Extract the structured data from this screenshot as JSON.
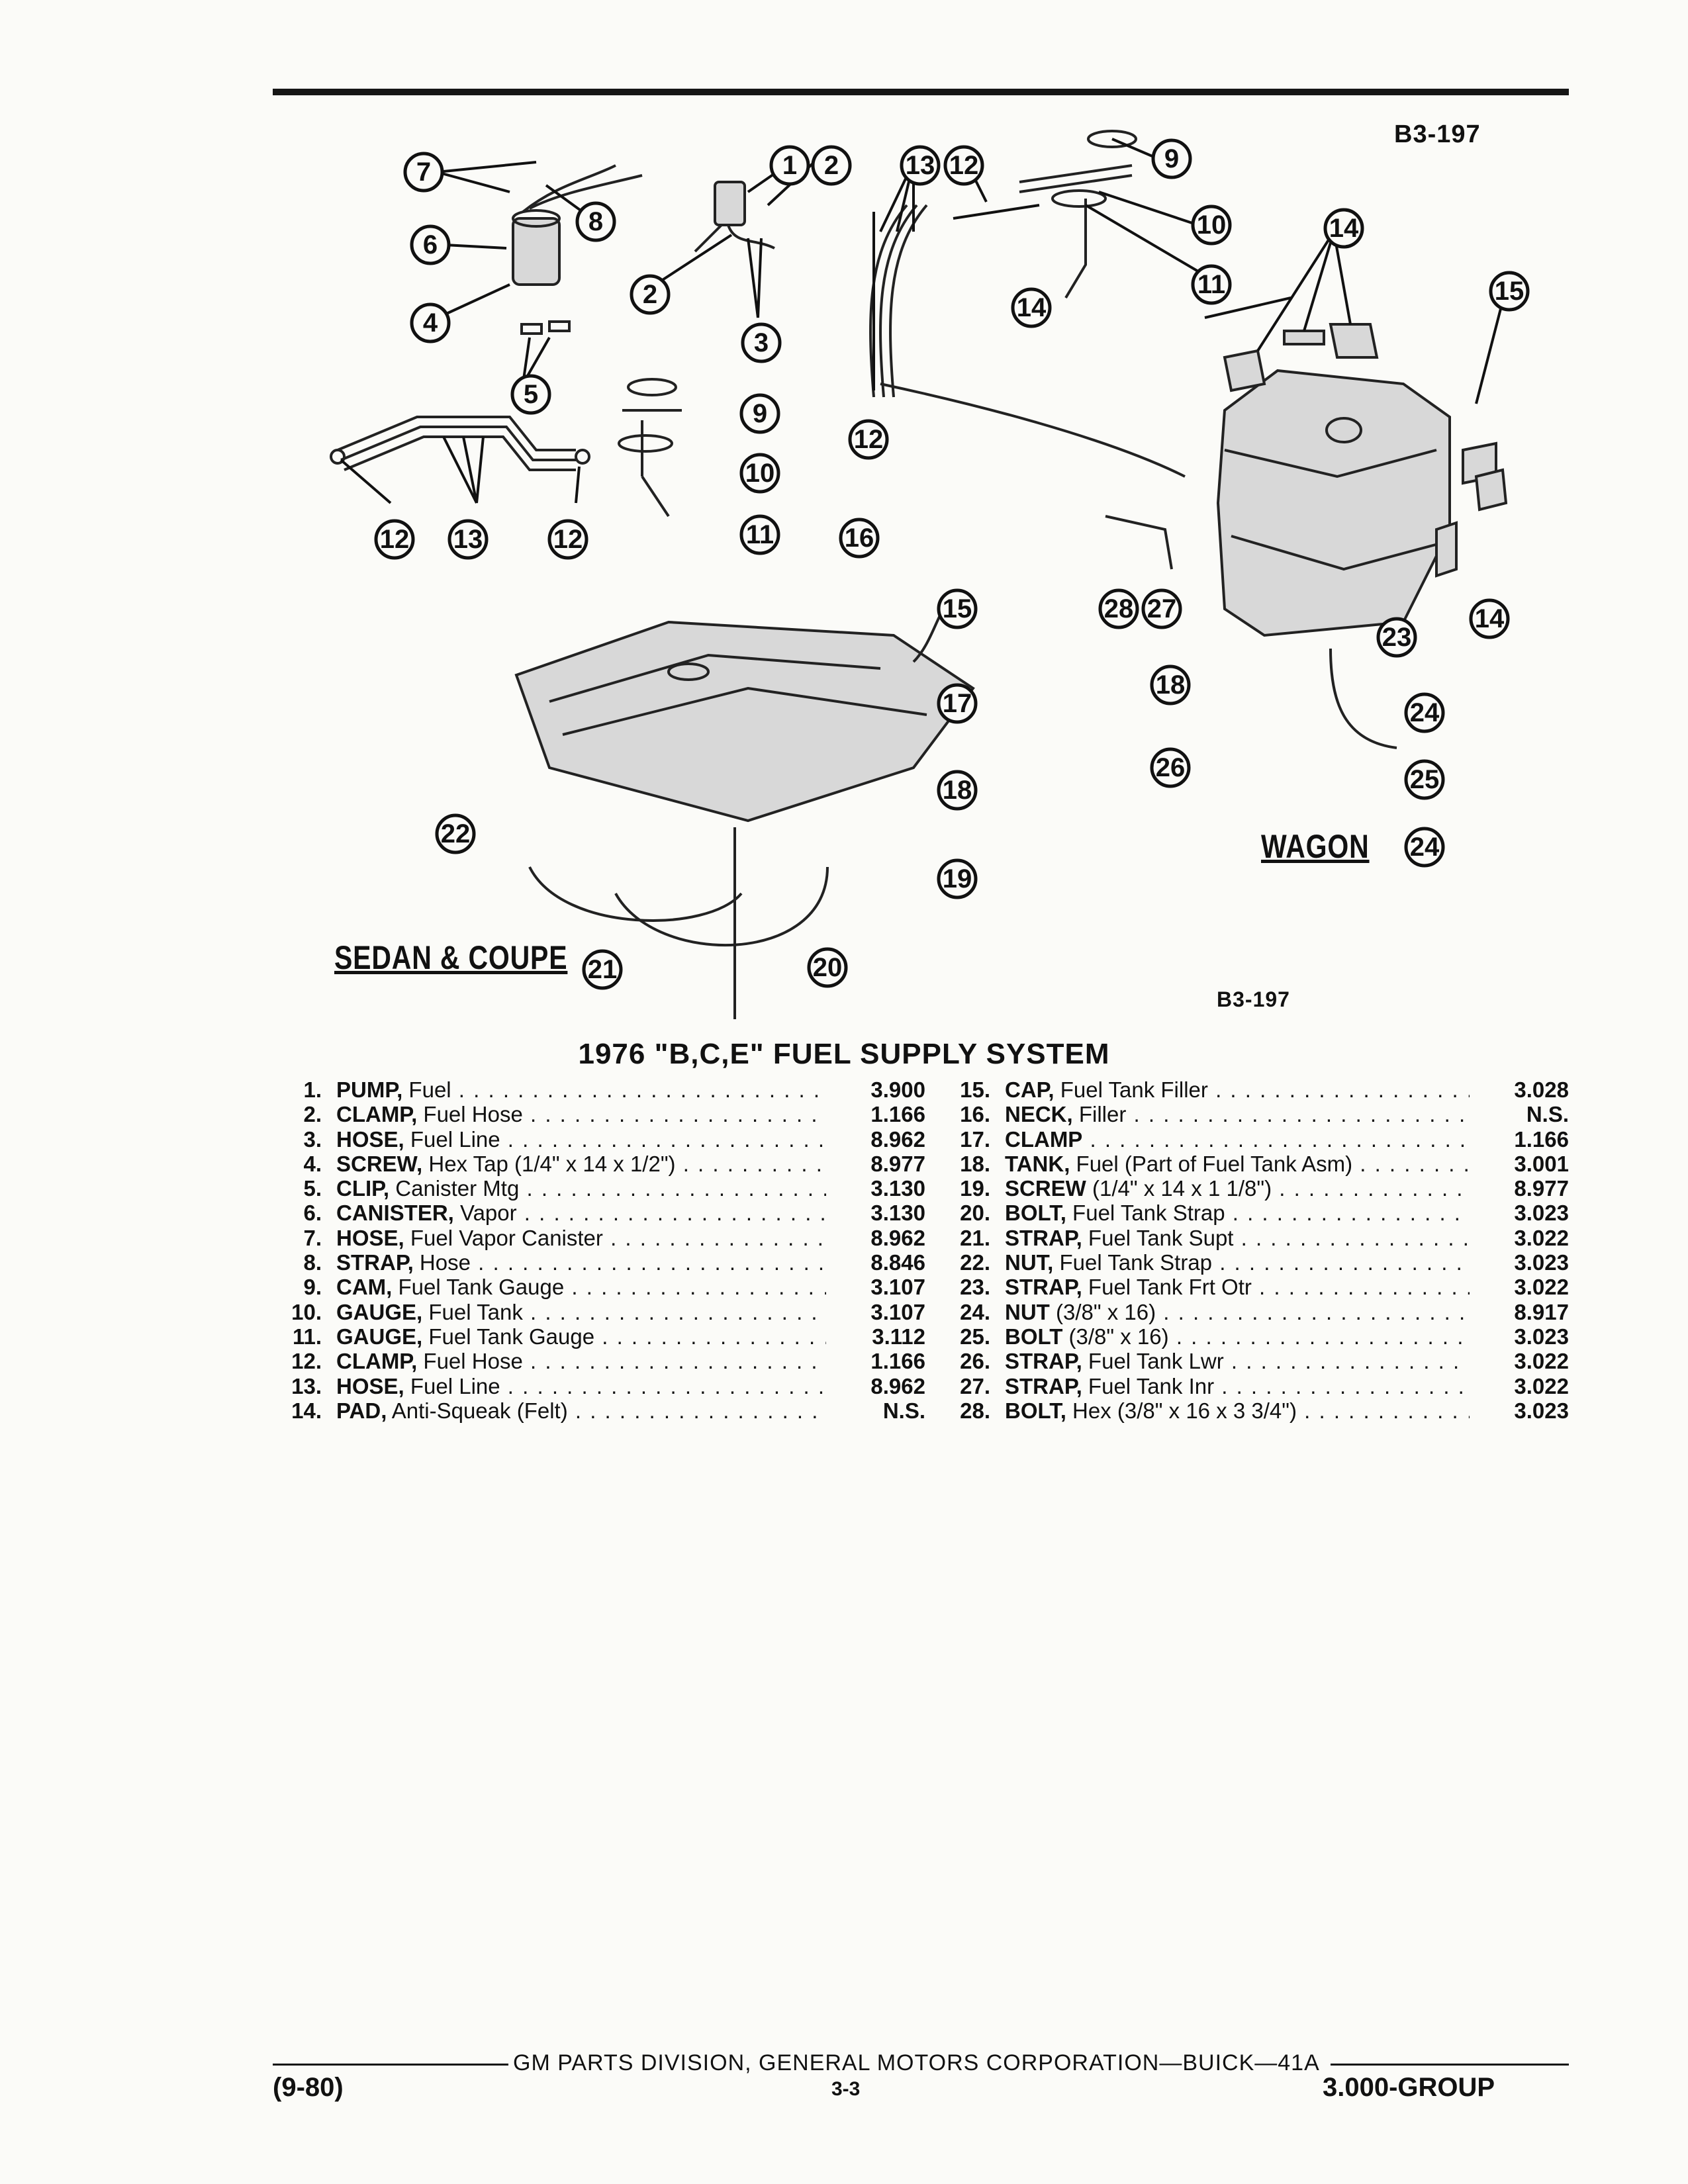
{
  "header": {
    "code_top": "B3-197",
    "code_bottom": "B3-197"
  },
  "variants": {
    "sedan": "SEDAN & COUPE",
    "wagon": "WAGON"
  },
  "callouts": [
    "7",
    "8",
    "6",
    "4",
    "5",
    "12",
    "13",
    "12",
    "1",
    "2",
    "2",
    "3",
    "9",
    "10",
    "11",
    "13",
    "12",
    "12",
    "9",
    "10",
    "11",
    "14",
    "14",
    "15",
    "16",
    "15",
    "17",
    "18",
    "22",
    "19",
    "21",
    "20",
    "28",
    "27",
    "18",
    "23",
    "24",
    "26",
    "25",
    "24",
    "14"
  ],
  "title": "1976 \"B,C,E\" FUEL SUPPLY SYSTEM",
  "parts_left": [
    {
      "num": "1.",
      "kw": "PUMP,",
      "desc": " Fuel",
      "group": "3.900"
    },
    {
      "num": "2.",
      "kw": "CLAMP,",
      "desc": " Fuel Hose",
      "group": "1.166"
    },
    {
      "num": "3.",
      "kw": "HOSE,",
      "desc": " Fuel Line",
      "group": "8.962"
    },
    {
      "num": "4.",
      "kw": "SCREW,",
      "desc": " Hex Tap (1/4\" x 14 x 1/2\")",
      "group": "8.977"
    },
    {
      "num": "5.",
      "kw": "CLIP,",
      "desc": " Canister Mtg",
      "group": "3.130"
    },
    {
      "num": "6.",
      "kw": "CANISTER,",
      "desc": " Vapor",
      "group": "3.130"
    },
    {
      "num": "7.",
      "kw": "HOSE,",
      "desc": " Fuel Vapor Canister",
      "group": "8.962"
    },
    {
      "num": "8.",
      "kw": "STRAP,",
      "desc": " Hose",
      "group": "8.846"
    },
    {
      "num": "9.",
      "kw": "CAM,",
      "desc": " Fuel Tank Gauge",
      "group": "3.107"
    },
    {
      "num": "10.",
      "kw": "GAUGE,",
      "desc": " Fuel Tank",
      "group": "3.107"
    },
    {
      "num": "11.",
      "kw": "GAUGE,",
      "desc": " Fuel Tank Gauge",
      "group": "3.112"
    },
    {
      "num": "12.",
      "kw": "CLAMP,",
      "desc": " Fuel Hose",
      "group": "1.166"
    },
    {
      "num": "13.",
      "kw": "HOSE,",
      "desc": " Fuel Line",
      "group": "8.962"
    },
    {
      "num": "14.",
      "kw": "PAD,",
      "desc": " Anti-Squeak (Felt)",
      "group": "N.S."
    }
  ],
  "parts_right": [
    {
      "num": "15.",
      "kw": "CAP,",
      "desc": " Fuel Tank Filler",
      "group": "3.028"
    },
    {
      "num": "16.",
      "kw": "NECK,",
      "desc": " Filler",
      "group": "N.S."
    },
    {
      "num": "17.",
      "kw": "CLAMP",
      "desc": "",
      "group": "1.166"
    },
    {
      "num": "18.",
      "kw": "TANK,",
      "desc": " Fuel (Part of Fuel Tank Asm)",
      "group": "3.001"
    },
    {
      "num": "19.",
      "kw": "SCREW",
      "desc": " (1/4\" x 14 x 1 1/8\")",
      "group": "8.977"
    },
    {
      "num": "20.",
      "kw": "BOLT,",
      "desc": " Fuel Tank Strap",
      "group": "3.023"
    },
    {
      "num": "21.",
      "kw": "STRAP,",
      "desc": " Fuel Tank Supt",
      "group": "3.022"
    },
    {
      "num": "22.",
      "kw": "NUT,",
      "desc": " Fuel Tank Strap",
      "group": "3.023"
    },
    {
      "num": "23.",
      "kw": "STRAP,",
      "desc": " Fuel Tank Frt Otr",
      "group": "3.022"
    },
    {
      "num": "24.",
      "kw": "NUT",
      "desc": " (3/8\" x 16)",
      "group": "8.917"
    },
    {
      "num": "25.",
      "kw": "BOLT",
      "desc": " (3/8\" x 16)",
      "group": "3.023"
    },
    {
      "num": "26.",
      "kw": "STRAP,",
      "desc": " Fuel Tank Lwr",
      "group": "3.022"
    },
    {
      "num": "27.",
      "kw": "STRAP,",
      "desc": " Fuel Tank Inr",
      "group": "3.022"
    },
    {
      "num": "28.",
      "kw": "BOLT,",
      "desc": " Hex (3/8\" x 16 x 3 3/4\")",
      "group": "3.023"
    }
  ],
  "footer": {
    "center": "GM PARTS DIVISION, GENERAL MOTORS CORPORATION—BUICK—41A",
    "left": "(9-80)",
    "page": "3-3",
    "right": "3.000-GROUP"
  }
}
